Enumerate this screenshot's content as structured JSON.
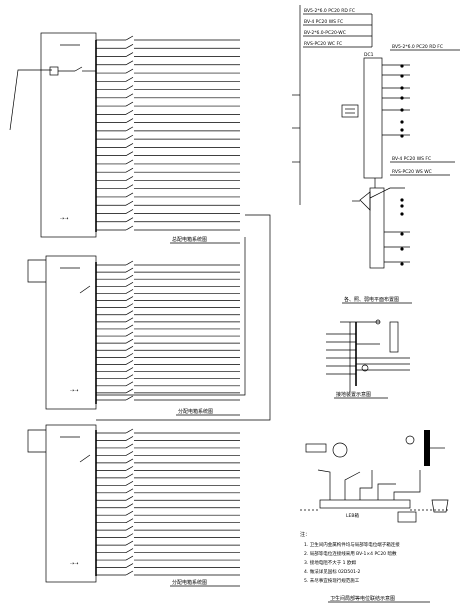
{
  "panels": [
    {
      "caption": "总配电箱系统图",
      "circuits": 24
    },
    {
      "caption": "分配电箱系统图",
      "circuits": 20
    },
    {
      "caption": "分配电箱系统图",
      "circuits": 20
    }
  ],
  "wiring_labels": [
    "BV5-2*6.0 PC20 RD FC",
    "BV-4 PC20 WS FC",
    "BV-2*6.0-PC20-WC",
    "RVS-PC20 WC FC",
    "BV5-2*6.0 PC20 RD FC",
    "BV-4 PC20 WS FC",
    "RVS-PC20 WS WC"
  ],
  "dc_box_label": "DC1",
  "room_caption": "各、照、弱电平面布置图",
  "ground_caption": "接地装置示意图",
  "bonding_caption": "卫生间局部等电位联结示意图",
  "let_box_label": "LEB箱",
  "notes_title": "注：",
  "notes": [
    "1. 卫生间内金属构件均与局部等电位端子箱连接",
    "2. 局部等电位连接线采用 BV-1×4 PC20 暗敷",
    "3. 接地电阻不大于 1 欧姆",
    "4. 做法详见国标 02D501-2",
    "5. 未尽事宜按现行规范施工"
  ]
}
